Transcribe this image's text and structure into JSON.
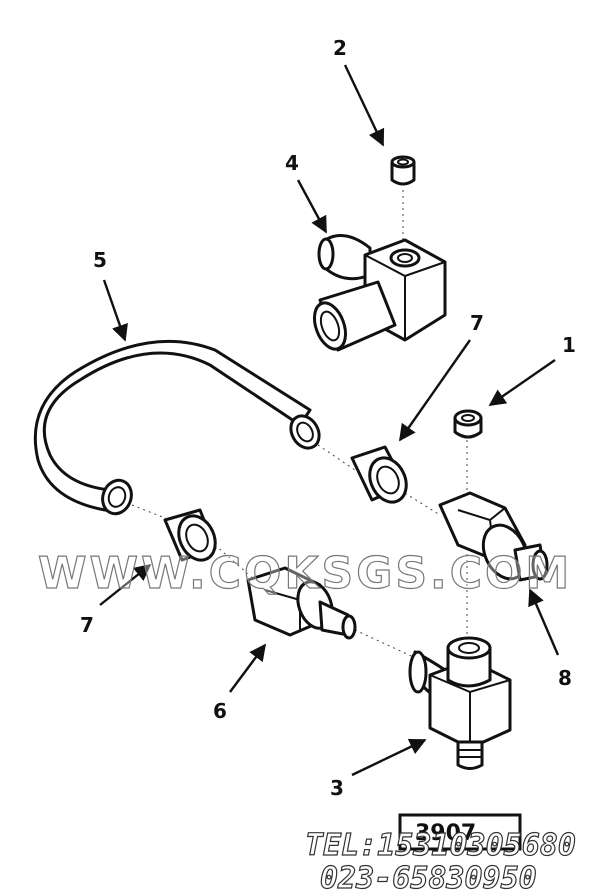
{
  "callouts": {
    "c1": "1",
    "c2": "2",
    "c3": "3",
    "c4": "4",
    "c5": "5",
    "c6": "6",
    "c7a": "7",
    "c7b": "7",
    "c8": "8"
  },
  "watermark": "WWW.CQKSGS.COM",
  "reference_code": "3907",
  "contact": {
    "tel": "TEL:15310305680",
    "phone2": "023-65830950"
  }
}
